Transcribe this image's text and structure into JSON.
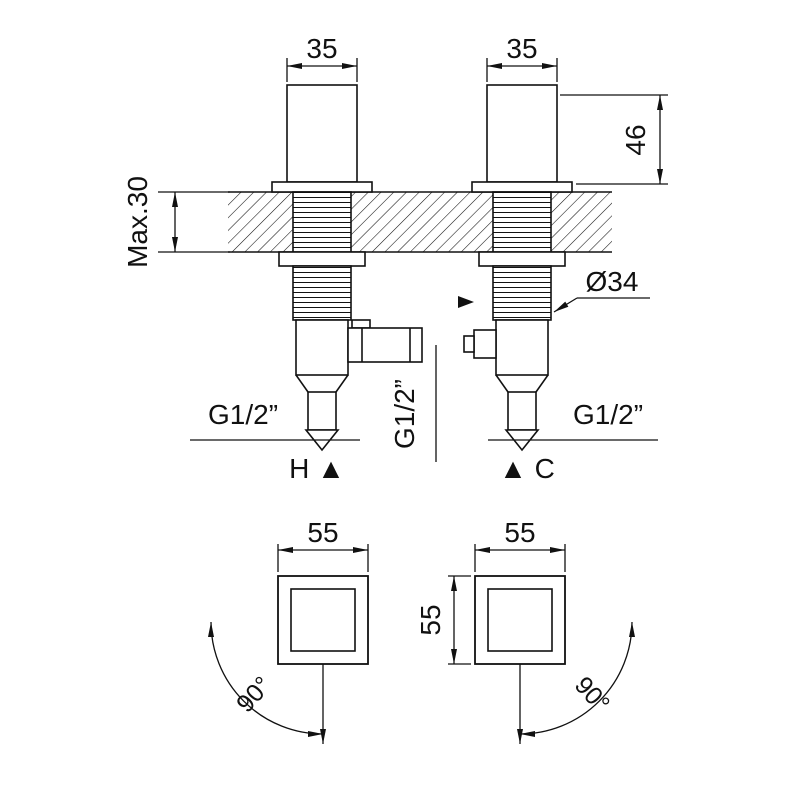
{
  "labels": {
    "dim_top_left": "35",
    "dim_top_right": "35",
    "dim_height": "46",
    "dim_wall": "Max.30",
    "dim_diameter": "Ø34",
    "thread_left": "G1/2”",
    "thread_middle": "G1/2”",
    "thread_right": "G1/2”",
    "hot_marker": "H ▲",
    "cold_marker": "▲ C",
    "dim_square_left": "55",
    "dim_square_right_top": "55",
    "dim_square_right_side": "55",
    "angle_left": "90°",
    "angle_right": "90°"
  },
  "colors": {
    "line": "#111111",
    "background": "#ffffff"
  }
}
